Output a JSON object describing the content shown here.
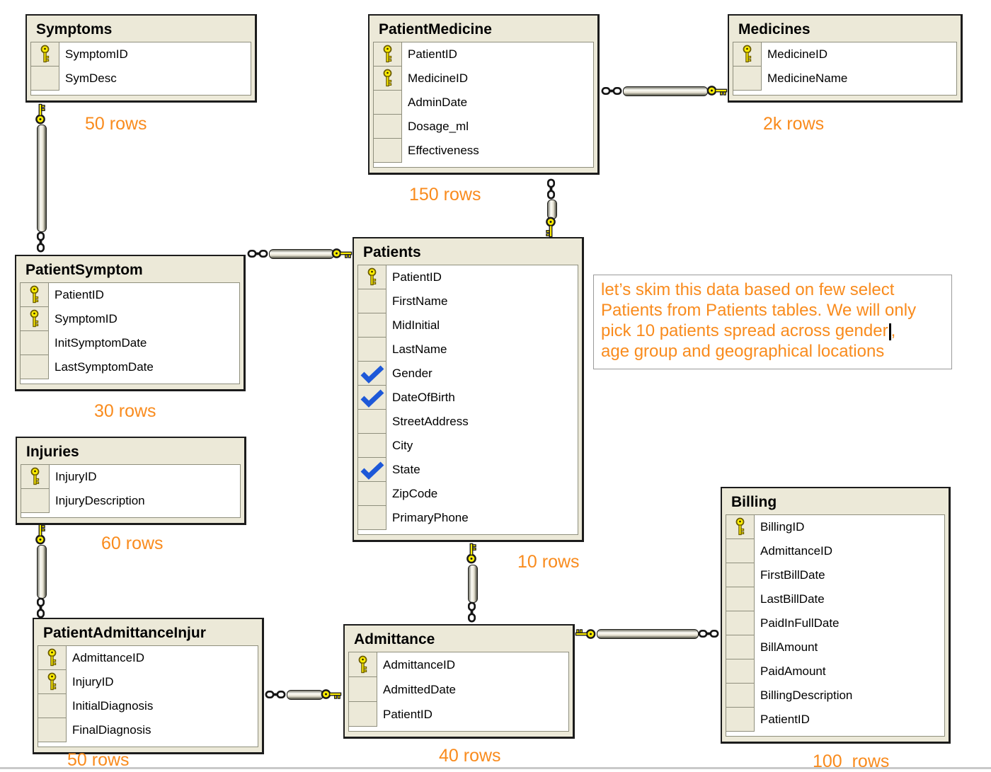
{
  "diagram": {
    "colors": {
      "accent_orange": "#f98b1d",
      "table_background": "#ece9d8",
      "key_yellow": "#ffee00",
      "check_blue": "#1d58d8"
    },
    "tables": [
      {
        "name": "Symptoms",
        "rowcount": "50 rows",
        "columns": [
          {
            "label": "SymptomID",
            "marker": "key"
          },
          {
            "label": "SymDesc",
            "marker": "none"
          }
        ]
      },
      {
        "name": "PatientMedicine",
        "rowcount": "150 rows",
        "columns": [
          {
            "label": "PatientID",
            "marker": "key"
          },
          {
            "label": "MedicineID",
            "marker": "key"
          },
          {
            "label": "AdminDate",
            "marker": "none"
          },
          {
            "label": "Dosage_ml",
            "marker": "none"
          },
          {
            "label": "Effectiveness",
            "marker": "none"
          }
        ]
      },
      {
        "name": "Medicines",
        "rowcount": "2k rows",
        "columns": [
          {
            "label": "MedicineID",
            "marker": "key"
          },
          {
            "label": "MedicineName",
            "marker": "none"
          }
        ]
      },
      {
        "name": "PatientSymptom",
        "rowcount": "30 rows",
        "columns": [
          {
            "label": "PatientID",
            "marker": "key"
          },
          {
            "label": "SymptomID",
            "marker": "key"
          },
          {
            "label": "InitSymptomDate",
            "marker": "none"
          },
          {
            "label": "LastSymptomDate",
            "marker": "none"
          }
        ]
      },
      {
        "name": "Patients",
        "rowcount": "10 rows",
        "columns": [
          {
            "label": "PatientID",
            "marker": "key"
          },
          {
            "label": "FirstName",
            "marker": "none"
          },
          {
            "label": "MidInitial",
            "marker": "none"
          },
          {
            "label": "LastName",
            "marker": "none"
          },
          {
            "label": "Gender",
            "marker": "check"
          },
          {
            "label": "DateOfBirth",
            "marker": "check"
          },
          {
            "label": "StreetAddress",
            "marker": "none"
          },
          {
            "label": "City",
            "marker": "none"
          },
          {
            "label": "State",
            "marker": "check"
          },
          {
            "label": "ZipCode",
            "marker": "none"
          },
          {
            "label": "PrimaryPhone",
            "marker": "none"
          }
        ]
      },
      {
        "name": "Injuries",
        "rowcount": "60 rows",
        "columns": [
          {
            "label": "InjuryID",
            "marker": "key"
          },
          {
            "label": "InjuryDescription",
            "marker": "none"
          }
        ]
      },
      {
        "name": "PatientAdmittanceInjur",
        "rowcount": "50 rows",
        "columns": [
          {
            "label": "AdmittanceID",
            "marker": "key"
          },
          {
            "label": "InjuryID",
            "marker": "key"
          },
          {
            "label": "InitialDiagnosis",
            "marker": "none"
          },
          {
            "label": "FinalDiagnosis",
            "marker": "none"
          }
        ]
      },
      {
        "name": "Admittance",
        "rowcount": "40 rows",
        "columns": [
          {
            "label": "AdmittanceID",
            "marker": "key"
          },
          {
            "label": "AdmittedDate",
            "marker": "none"
          },
          {
            "label": "PatientID",
            "marker": "none"
          }
        ]
      },
      {
        "name": "Billing",
        "rowcount": "100  rows",
        "columns": [
          {
            "label": "BillingID",
            "marker": "key"
          },
          {
            "label": "AdmittanceID",
            "marker": "none"
          },
          {
            "label": "FirstBillDate",
            "marker": "none"
          },
          {
            "label": "LastBillDate",
            "marker": "none"
          },
          {
            "label": "PaidInFullDate",
            "marker": "none"
          },
          {
            "label": "BillAmount",
            "marker": "none"
          },
          {
            "label": "PaidAmount",
            "marker": "none"
          },
          {
            "label": "BillingDescription",
            "marker": "none"
          },
          {
            "label": "PatientID",
            "marker": "none"
          }
        ]
      }
    ],
    "note": {
      "line1": "let’s skim this data based on few select",
      "line2": "Patients from Patients tables. We will only",
      "line3_before_caret": "pick 10 patients spread across gender",
      "line3_after_caret": ",",
      "line4": "age group and geographical locations"
    }
  }
}
